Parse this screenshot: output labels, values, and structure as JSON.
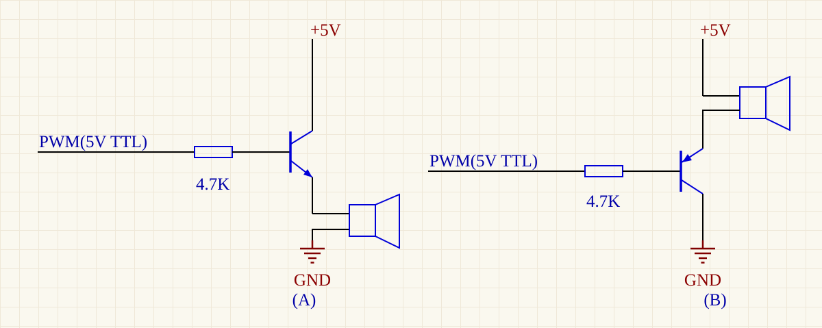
{
  "diagram": {
    "kind": "circuit-schematic",
    "description": "Two PWM speaker driver transistor circuits labeled (A) and (B)"
  },
  "circuits": [
    {
      "id": "A",
      "power_label": "+5V",
      "input_label": "PWM(5V TTL)",
      "resistor_value": "4.7K",
      "ground_label": "GND",
      "caption": "(A)"
    },
    {
      "id": "B",
      "power_label": "+5V",
      "input_label": "PWM(5V TTL)",
      "resistor_value": "4.7K",
      "ground_label": "GND",
      "caption": "(B)"
    }
  ],
  "colors": {
    "background": "#FAF8EF",
    "grid_line": "#EFE8D8",
    "wire": "#000000",
    "component": "#0000D8",
    "power_text": "#8B0000",
    "ground_symbol": "#800000",
    "label_text": "#0000A8"
  }
}
